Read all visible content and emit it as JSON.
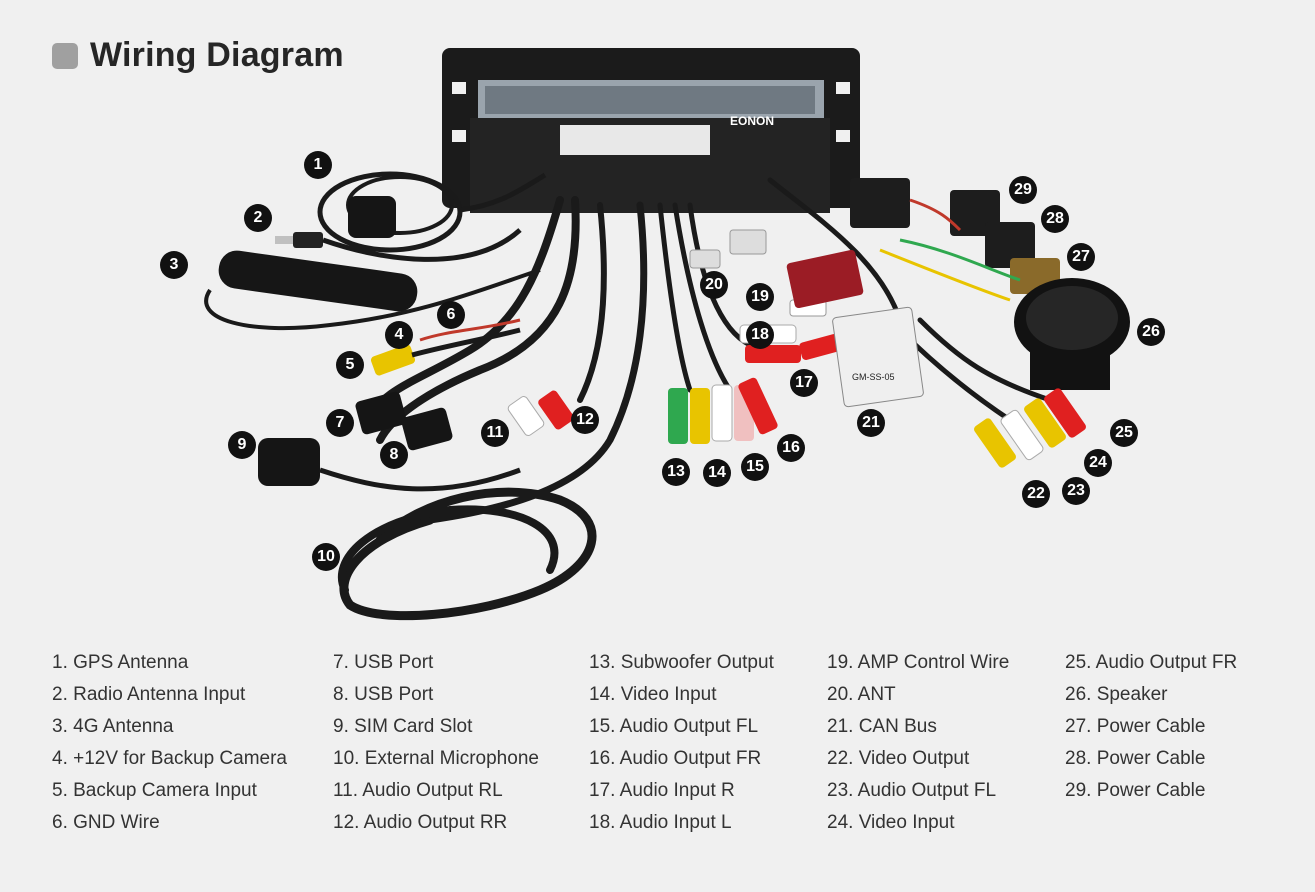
{
  "header": {
    "title": "Wiring Diagram",
    "brand": "EONON",
    "module_label": "GM-SS-05"
  },
  "colors": {
    "background": "#f0f0f0",
    "callout": "#111111",
    "title_square": "#a0a0a0",
    "text": "#333333"
  },
  "components": [
    {
      "n": "1",
      "label": "1. GPS Antenna"
    },
    {
      "n": "2",
      "label": "2. Radio Antenna Input"
    },
    {
      "n": "3",
      "label": "3. 4G Antenna"
    },
    {
      "n": "4",
      "label": "4. +12V for Backup Camera"
    },
    {
      "n": "5",
      "label": "5. Backup Camera Input"
    },
    {
      "n": "6",
      "label": "6. GND Wire"
    },
    {
      "n": "7",
      "label": "7. USB Port"
    },
    {
      "n": "8",
      "label": "8. USB Port"
    },
    {
      "n": "9",
      "label": "9. SIM Card Slot"
    },
    {
      "n": "10",
      "label": "10. External Microphone"
    },
    {
      "n": "11",
      "label": "11. Audio Output RL"
    },
    {
      "n": "12",
      "label": "12. Audio Output RR"
    },
    {
      "n": "13",
      "label": "13. Subwoofer Output"
    },
    {
      "n": "14",
      "label": "14. Video Input"
    },
    {
      "n": "15",
      "label": "15. Audio Output FL"
    },
    {
      "n": "16",
      "label": "16. Audio Output FR"
    },
    {
      "n": "17",
      "label": "17. Audio Input R"
    },
    {
      "n": "18",
      "label": "18. Audio Input L"
    },
    {
      "n": "19",
      "label": "19. AMP Control Wire"
    },
    {
      "n": "20",
      "label": "20. ANT"
    },
    {
      "n": "21",
      "label": "21. CAN Bus"
    },
    {
      "n": "22",
      "label": "22. Video Output"
    },
    {
      "n": "23",
      "label": "23. Audio Output FL"
    },
    {
      "n": "24",
      "label": "24. Video Input"
    },
    {
      "n": "25",
      "label": "25. Audio Output FR"
    },
    {
      "n": "26",
      "label": "26. Speaker"
    },
    {
      "n": "27",
      "label": "27. Power Cable"
    },
    {
      "n": "28",
      "label": "28. Power Cable"
    },
    {
      "n": "29",
      "label": "29. Power Cable"
    }
  ]
}
